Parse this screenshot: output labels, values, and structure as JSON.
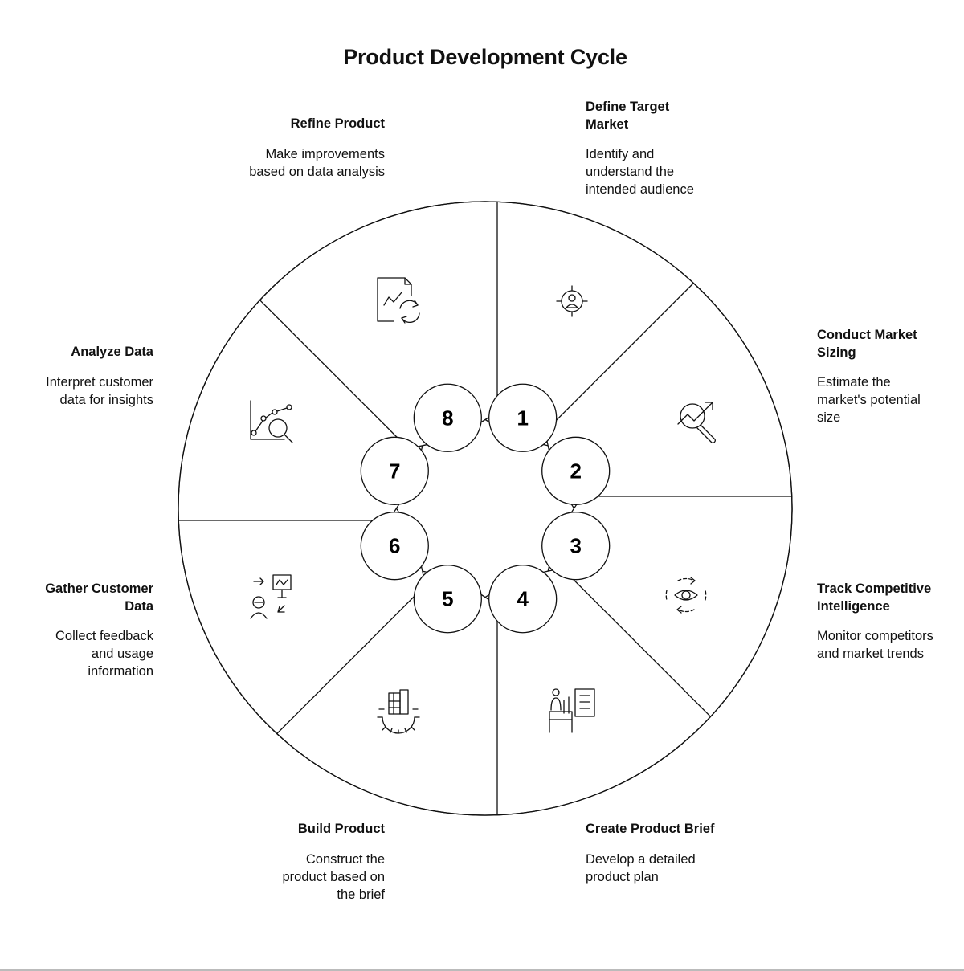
{
  "title": "Product Development Cycle",
  "steps": [
    {
      "number": "1",
      "title": "Define Target Market",
      "description": "Identify and understand the intended audience",
      "icon": "target-person-icon"
    },
    {
      "number": "2",
      "title": "Conduct Market Sizing",
      "description": "Estimate the market's potential size",
      "icon": "chart-magnifier-icon"
    },
    {
      "number": "3",
      "title": "Track Competitive Intelligence",
      "description": "Monitor competitors and market trends",
      "icon": "eye-cycle-icon"
    },
    {
      "number": "4",
      "title": "Create Product Brief",
      "description": "Develop a detailed product plan",
      "icon": "writer-document-icon"
    },
    {
      "number": "5",
      "title": "Build Product",
      "description": "Construct the product based on the brief",
      "icon": "gear-building-icon"
    },
    {
      "number": "6",
      "title": "Gather Customer Data",
      "description": "Collect feedback and usage information",
      "icon": "customer-presentation-icon"
    },
    {
      "number": "7",
      "title": "Analyze Data",
      "description": "Interpret customer data for insights",
      "icon": "graph-magnifier-icon"
    },
    {
      "number": "8",
      "title": "Refine Product",
      "description": "Make improvements based on data analysis",
      "icon": "document-refresh-icon"
    }
  ]
}
